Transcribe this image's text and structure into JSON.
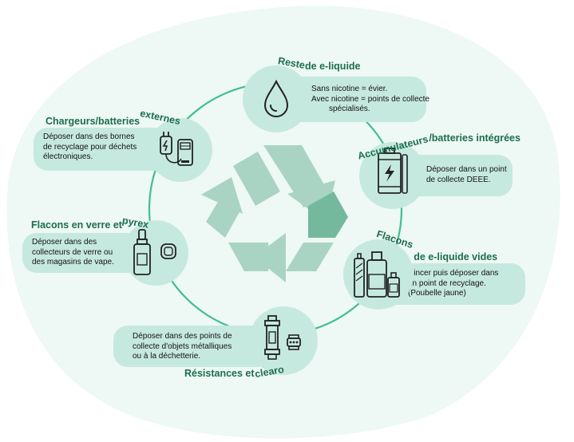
{
  "colors": {
    "blob": "#eef8f4",
    "ring": "#3fbf8f",
    "card": "#c6e9df",
    "title": "#1b6e4e",
    "recycle_light": "#a9d4c4",
    "recycle_dark": "#74b99e",
    "icon_stroke": "#222222"
  },
  "items": [
    {
      "id": "e-liquid-residue",
      "title_parts": [
        "Reste",
        " de e-liquide"
      ],
      "lines": [
        "Sans nicotine = évier.",
        "Avec nicotine = points de collecte",
        "spécialisés."
      ],
      "icon": "drop-icon"
    },
    {
      "id": "chargers",
      "title_parts": [
        "Chargeurs/batteries",
        " externes"
      ],
      "lines": [
        "Déposer dans des bornes",
        "de recyclage pour déchets",
        "électroniques."
      ],
      "icon": "charger-icon"
    },
    {
      "id": "integrated-batteries",
      "title_parts": [
        "Accumulateurs",
        "/batteries intégrées"
      ],
      "lines": [
        "Déposer dans un point",
        "de collecte DEEE."
      ],
      "icon": "battery-icon"
    },
    {
      "id": "glass-bottles",
      "title_parts": [
        "Flacons en verre et ",
        "pyrex"
      ],
      "lines": [
        "Déposer dans des",
        "collecteurs de verre ou",
        "des magasins de vape."
      ],
      "icon": "glass-bottle-icon"
    },
    {
      "id": "empty-bottles",
      "title_parts": [
        "Flacons",
        " de e-liquide vides"
      ],
      "lines": [
        "Rincer puis déposer dans",
        "un point de recyclage.",
        "(Poubelle jaune)"
      ],
      "icon": "eliquid-bottles-icon"
    },
    {
      "id": "coils",
      "title_parts": [
        "Résistances et ",
        "clearo"
      ],
      "lines": [
        "Déposer dans des points de",
        "collecte d'objets métalliques",
        "ou à la déchetterie."
      ],
      "icon": "coil-clearomizer-icon"
    }
  ]
}
